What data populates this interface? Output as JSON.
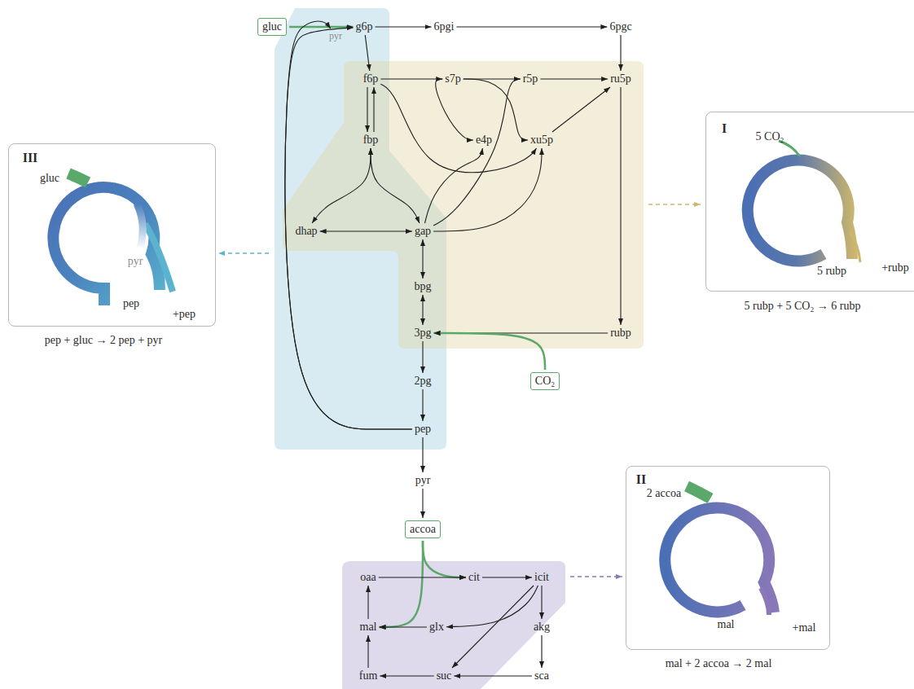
{
  "diagram": {
    "nodes": [
      {
        "text": [
          "gluc"
        ]
      },
      {
        "text": [
          "g6p"
        ]
      },
      {
        "text": [
          "6pgi"
        ]
      },
      {
        "text": [
          "6pgc"
        ]
      },
      {
        "text": [
          "pyr"
        ]
      },
      {
        "text": [
          "f6p"
        ]
      },
      {
        "text": [
          "s7p"
        ]
      },
      {
        "text": [
          "r5p"
        ]
      },
      {
        "text": [
          "ru5p"
        ]
      },
      {
        "text": [
          "fbp"
        ]
      },
      {
        "text": [
          "e4p"
        ]
      },
      {
        "text": [
          "xu5p"
        ]
      },
      {
        "text": [
          "dhap"
        ]
      },
      {
        "text": [
          "gap"
        ]
      },
      {
        "text": [
          "bpg"
        ]
      },
      {
        "text": [
          "3pg"
        ]
      },
      {
        "text": [
          "rubp"
        ]
      },
      {
        "text": [
          "CO₂"
        ]
      },
      {
        "text": [
          "2pg"
        ]
      },
      {
        "text": [
          "pep"
        ]
      },
      {
        "text": [
          "pyr"
        ]
      },
      {
        "text": [
          "accoa"
        ]
      },
      {
        "text": [
          "oaa"
        ]
      },
      {
        "text": [
          "cit"
        ]
      },
      {
        "text": [
          "icit"
        ]
      },
      {
        "text": [
          "mal"
        ]
      },
      {
        "text": [
          "glx"
        ]
      },
      {
        "text": [
          "akg"
        ]
      },
      {
        "text": [
          "fum"
        ]
      },
      {
        "text": [
          "suc"
        ]
      },
      {
        "text": [
          "sca"
        ]
      },
      {
        "text": [
          "I",
          "5 CO₂",
          "5 rubp",
          "+rubp"
        ]
      },
      {
        "text": [
          "II",
          "2 accoa",
          "mal",
          "+mal"
        ]
      },
      {
        "text": [
          "III",
          "gluc",
          "pyr",
          "pep",
          "+pep"
        ]
      }
    ],
    "edges": [
      {
        "from": 0,
        "to": 1,
        "arrow": "to"
      },
      {
        "from": 19,
        "to": 1,
        "arrow": "to"
      },
      {
        "from": 19,
        "to": 4,
        "arrow": "to"
      },
      {
        "from": 1,
        "to": 2,
        "arrow": "to"
      },
      {
        "from": 2,
        "to": 3,
        "arrow": "to"
      },
      {
        "from": 3,
        "to": 8,
        "arrow": "to"
      },
      {
        "from": 1,
        "to": 5,
        "arrow": "to"
      },
      {
        "from": 5,
        "to": 9,
        "arrow": "to"
      },
      {
        "from": 9,
        "to": 5,
        "arrow": "to"
      },
      {
        "from": 9,
        "to": 12,
        "arrow": "both"
      },
      {
        "from": 9,
        "to": 13,
        "arrow": "both"
      },
      {
        "from": 12,
        "to": 13,
        "arrow": "both"
      },
      {
        "from": 5,
        "to": 6,
        "arrow": "to"
      },
      {
        "from": 6,
        "to": 10,
        "arrow": "to"
      },
      {
        "from": 5,
        "to": 11,
        "arrow": "to"
      },
      {
        "from": 13,
        "to": 10,
        "arrow": "to"
      },
      {
        "from": 13,
        "to": 11,
        "arrow": "to"
      },
      {
        "from": 6,
        "to": 7,
        "arrow": "to"
      },
      {
        "from": 6,
        "to": 11,
        "arrow": "to"
      },
      {
        "from": 13,
        "to": 7,
        "arrow": "to"
      },
      {
        "from": 7,
        "to": 8,
        "arrow": "to"
      },
      {
        "from": 11,
        "to": 8,
        "arrow": "to"
      },
      {
        "from": 8,
        "to": 16,
        "arrow": "to"
      },
      {
        "from": 16,
        "to": 15,
        "arrow": "to"
      },
      {
        "from": 17,
        "to": 15,
        "arrow": "to"
      },
      {
        "from": 13,
        "to": 14,
        "arrow": "both"
      },
      {
        "from": 14,
        "to": 15,
        "arrow": "both"
      },
      {
        "from": 15,
        "to": 18,
        "arrow": "to"
      },
      {
        "from": 18,
        "to": 19,
        "arrow": "to"
      },
      {
        "from": 19,
        "to": 20,
        "arrow": "to"
      },
      {
        "from": 20,
        "to": 21,
        "arrow": "to"
      },
      {
        "from": 21,
        "to": 23,
        "arrow": "to"
      },
      {
        "from": 21,
        "to": 25,
        "arrow": "to"
      },
      {
        "from": 22,
        "to": 23,
        "arrow": "to"
      },
      {
        "from": 23,
        "to": 24,
        "arrow": "to"
      },
      {
        "from": 24,
        "to": 27,
        "arrow": "to"
      },
      {
        "from": 27,
        "to": 30,
        "arrow": "to"
      },
      {
        "from": 30,
        "to": 29,
        "arrow": "to"
      },
      {
        "from": 29,
        "to": 28,
        "arrow": "to"
      },
      {
        "from": 28,
        "to": 25,
        "arrow": "to"
      },
      {
        "from": 25,
        "to": 22,
        "arrow": "to"
      },
      {
        "from": 24,
        "to": 26,
        "arrow": "to"
      },
      {
        "from": 24,
        "to": 29,
        "arrow": "to"
      },
      {
        "from": 26,
        "to": 25,
        "arrow": "to"
      }
    ],
    "labels": [
      "5 rubp + 5 CO₂ → 6 rubp",
      "mal + 2 accoa → 2 mal",
      "pep + gluc → 2 pep + pyr"
    ]
  }
}
